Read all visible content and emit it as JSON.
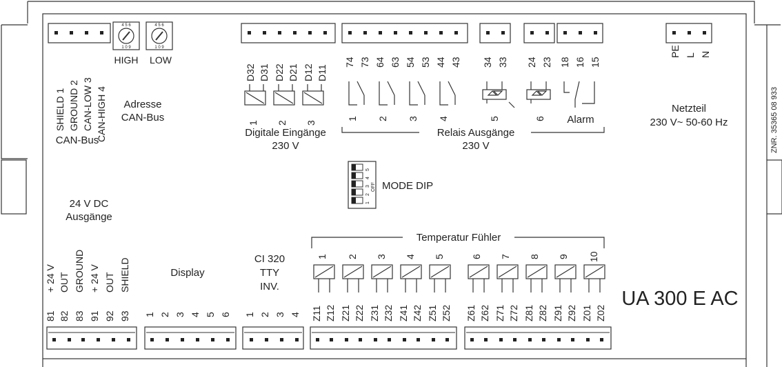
{
  "doc_number": "ZNR. 35365 08 933",
  "model": "UA 300 E AC",
  "can": {
    "pins": [
      "SHIELD 1",
      "GROUND 2",
      "CAN-LOW 3",
      "CAN-HIGH 4"
    ],
    "label": "CAN-Bus",
    "switch_high": "HIGH",
    "switch_low": "LOW",
    "addr_line1": "Adresse",
    "addr_line2": "CAN-Bus"
  },
  "digital": {
    "pins": [
      "D32",
      "D31",
      "D22",
      "D21",
      "D12",
      "D11"
    ],
    "nums": [
      "1",
      "2",
      "3"
    ],
    "label1": "Digitale Eingänge",
    "label2": "230 V"
  },
  "relay": {
    "pins": [
      "74",
      "73",
      "64",
      "63",
      "54",
      "53",
      "44",
      "43",
      "34",
      "33",
      "24",
      "23",
      "18",
      "16",
      "15"
    ],
    "nums": [
      "1",
      "2",
      "3",
      "4",
      "5",
      "6"
    ],
    "alarm": "Alarm",
    "label1": "Relais Ausgänge",
    "label2": "230 V"
  },
  "power": {
    "pins": [
      "PE",
      "L",
      "N"
    ],
    "label1": "Netzteil",
    "label2": "230 V~  50-60 Hz"
  },
  "dip": {
    "label": "MODE DIP",
    "off": "OFF",
    "nums": [
      "1",
      "2",
      "3",
      "4",
      "5"
    ]
  },
  "dc24": {
    "label1": "24 V DC",
    "label2": "Ausgänge",
    "names": [
      "+ 24 V",
      "OUT",
      "GROUND",
      "+ 24 V",
      "OUT",
      "SHIELD"
    ],
    "nums": [
      "81",
      "82",
      "83",
      "91",
      "92",
      "93"
    ]
  },
  "display": {
    "label": "Display",
    "nums": [
      "1",
      "2",
      "3",
      "4",
      "5",
      "6"
    ]
  },
  "ci": {
    "line1": "CI 320",
    "line2": "TTY",
    "line3": "INV.",
    "nums": [
      "1",
      "2",
      "3",
      "4"
    ]
  },
  "temp": {
    "label": "Temperatur Fühler",
    "nums": [
      "1",
      "2",
      "3",
      "4",
      "5",
      "6",
      "7",
      "8",
      "9",
      "10"
    ],
    "pins": [
      "Z11",
      "Z12",
      "Z21",
      "Z22",
      "Z31",
      "Z32",
      "Z41",
      "Z42",
      "Z51",
      "Z52",
      "Z61",
      "Z62",
      "Z71",
      "Z72",
      "Z81",
      "Z82",
      "Z91",
      "Z92",
      "Z01",
      "Z02"
    ]
  }
}
